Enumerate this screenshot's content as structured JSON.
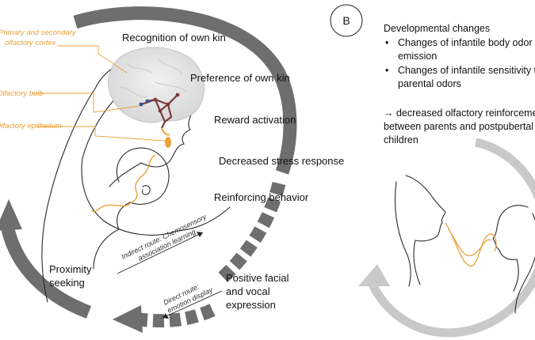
{
  "panel_b": {
    "label": "B",
    "heading": "Developmental changes",
    "bullets": [
      {
        "line1": "Changes of infantile body odor",
        "line2": "emission"
      },
      {
        "line1": "Changes of infantile sensitivity to",
        "line2": "parental odors"
      }
    ],
    "conclusion": {
      "line1": "→ decreased olfactory reinforcement",
      "line2": "between parents and postpubertal",
      "line3": "children"
    }
  },
  "cycle_steps": [
    "Recognition of own kin",
    "Preference of own kin",
    "Reward activation",
    "Decreased stress response",
    "Reinforcing behavior"
  ],
  "expression": {
    "line1": "Positive facial",
    "line2": "and vocal",
    "line3": "expression"
  },
  "proximity": {
    "line1": "Proximity",
    "line2": "seeking"
  },
  "brain_labels": {
    "cortex_line1": "Primary and secondary",
    "cortex_line2": "olfactory cortex",
    "bulb": "Olfactory bulb",
    "epithelium": "Olfactory epithelium"
  },
  "routes": {
    "indirect_line1": "Indirect route: Chemosensory",
    "indirect_line2": "association learning",
    "direct_line1": "Direct route:",
    "direct_line2": "emotion display"
  },
  "colors": {
    "arrow_dark": "#6e6e6e",
    "arrow_light": "#c9c9c9",
    "orange": "#e8a23a",
    "neuron": "#7b3b3b",
    "node_blue": "#2f4f9b"
  }
}
